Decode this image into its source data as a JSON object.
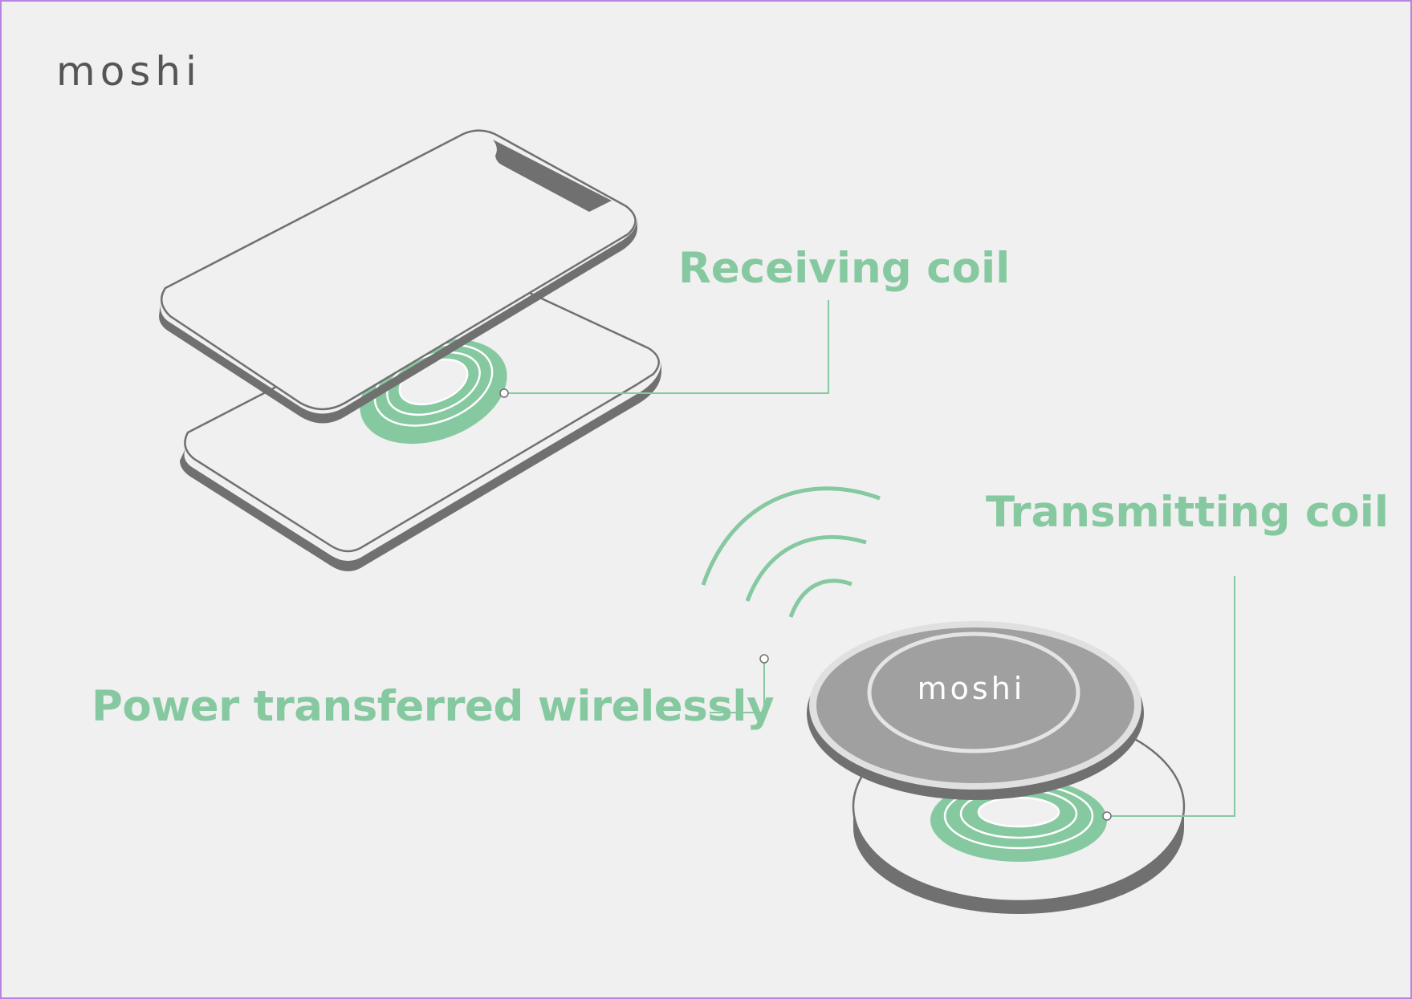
{
  "brand": {
    "logo_text": "moshi"
  },
  "labels": {
    "receiving_coil": "Receiving coil",
    "transmitting_coil": "Transmitting coil",
    "power_transferred": "Power transferred wirelessly"
  },
  "charger": {
    "logo_text": "moshi"
  },
  "colors": {
    "background": "#f0f0f0",
    "frame": "#b784e0",
    "accent": "#86c9a0",
    "device_edge": "#707070",
    "charger_top": "#a0a0a0",
    "logo": "#555555"
  },
  "icons": [
    "phone-illustration",
    "receiver-plate-illustration",
    "wireless-waves-icon",
    "charger-pad-illustration"
  ]
}
